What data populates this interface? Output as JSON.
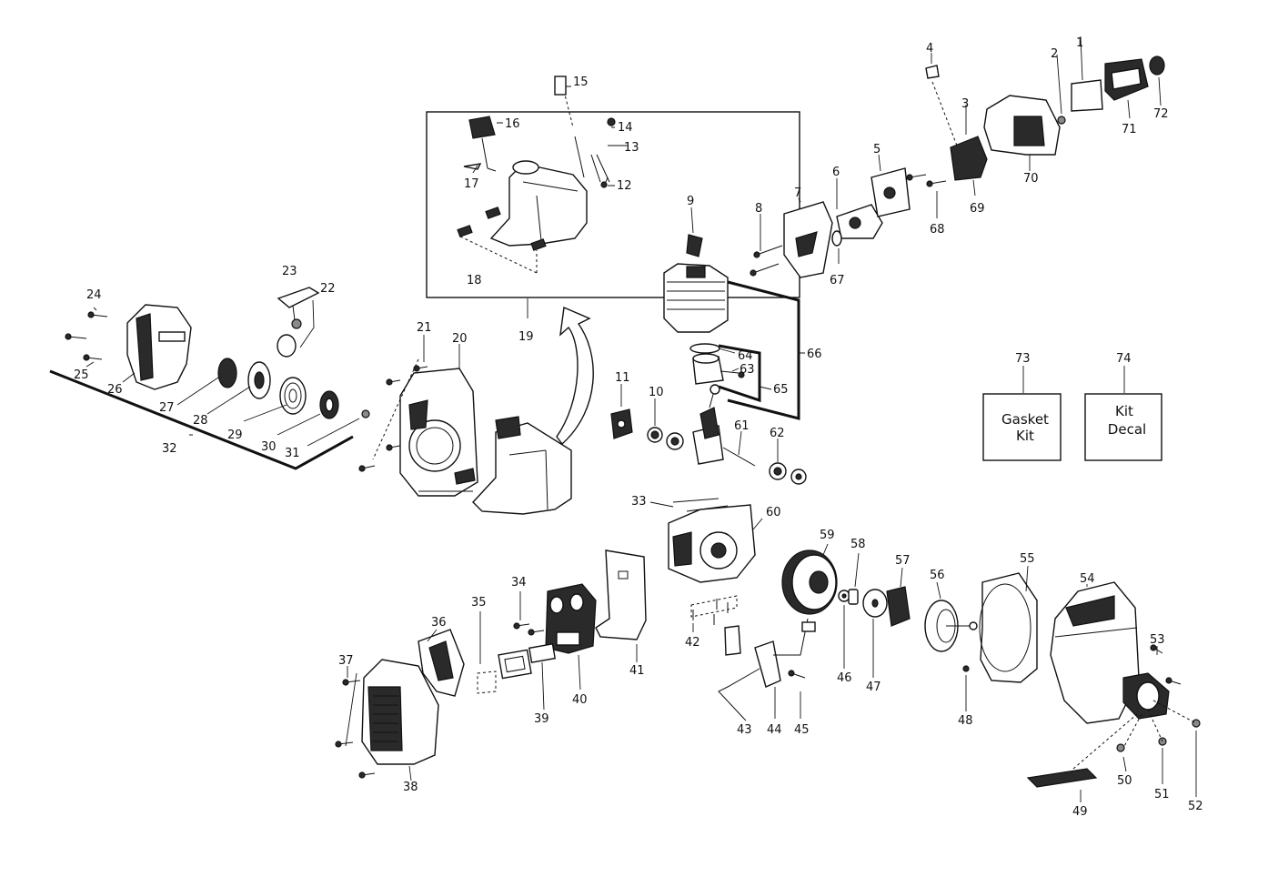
{
  "diagram": {
    "callouts": {
      "c1": "1",
      "c2": "2",
      "c3": "3",
      "c4": "4",
      "c5": "5",
      "c6": "6",
      "c7": "7",
      "c8": "8",
      "c9": "9",
      "c10": "10",
      "c11": "11",
      "c12": "12",
      "c13": "13",
      "c14": "14",
      "c15": "15",
      "c16": "16",
      "c17": "17",
      "c18": "18",
      "c19": "19",
      "c20": "20",
      "c21": "21",
      "c22": "22",
      "c23": "23",
      "c24": "24",
      "c25": "25",
      "c26": "26",
      "c27": "27",
      "c28": "28",
      "c29": "29",
      "c30": "30",
      "c31": "31",
      "c32": "32",
      "c33": "33",
      "c34": "34",
      "c35": "35",
      "c36": "36",
      "c37": "37",
      "c38": "38",
      "c39": "39",
      "c40": "40",
      "c41": "41",
      "c42": "42",
      "c43": "43",
      "c44": "44",
      "c45": "45",
      "c46": "46",
      "c47": "47",
      "c48": "48",
      "c49": "49",
      "c50": "50",
      "c51": "51",
      "c52": "52",
      "c53": "53",
      "c54": "54",
      "c55": "55",
      "c56": "56",
      "c57": "57",
      "c58": "58",
      "c59": "59",
      "c60": "60",
      "c61": "61",
      "c62": "62",
      "c63": "63",
      "c64": "64",
      "c65": "65",
      "c66": "66",
      "c67": "67",
      "c68": "68",
      "c69": "69",
      "c70": "70",
      "c71": "71",
      "c72": "72",
      "c73": "73",
      "c74": "74"
    },
    "gasket_kit": {
      "line1": "Gasket",
      "line2": "Kit"
    },
    "kit_decal": {
      "line1": "Kit",
      "line2": "Decal"
    }
  }
}
